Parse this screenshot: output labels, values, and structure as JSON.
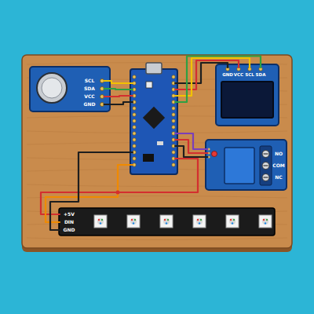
{
  "diagram": {
    "nodes": [
      {
        "text": [
          "SCL",
          "SDA",
          "VCC",
          "GND"
        ]
      },
      {
        "text": [
          "GND",
          "VCC",
          "SCL",
          "SDA"
        ]
      },
      {
        "text": [
          "NO",
          "COM",
          "NC"
        ]
      },
      {
        "text": [
          "+5V",
          "DIN",
          "GND"
        ]
      }
    ]
  }
}
